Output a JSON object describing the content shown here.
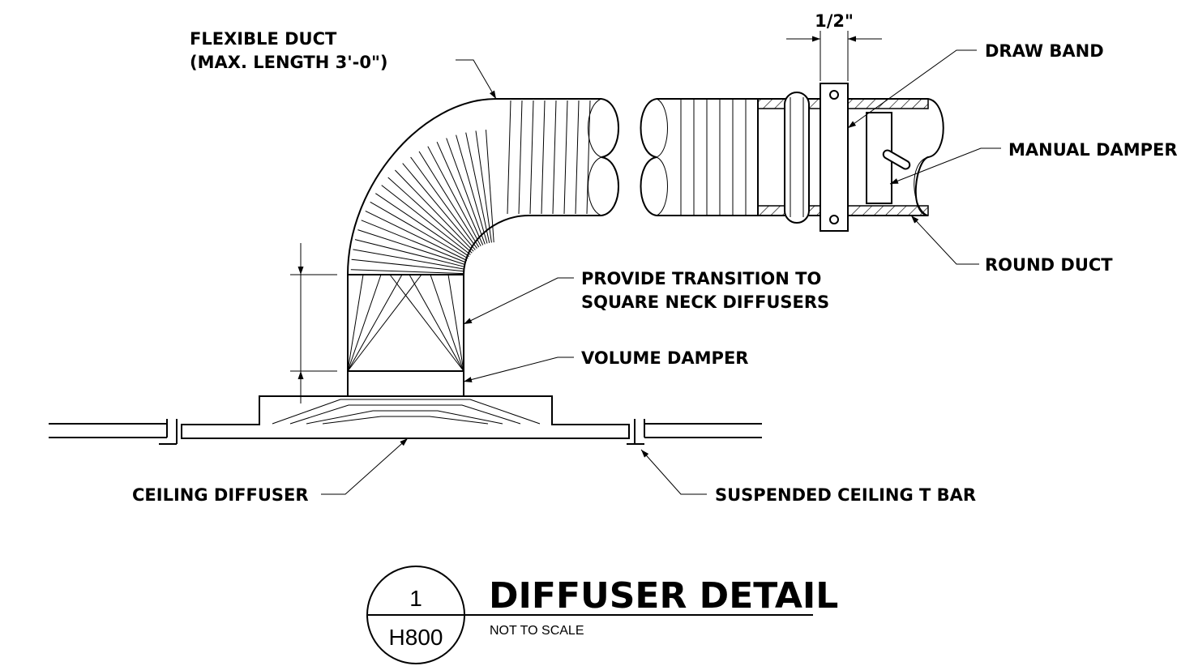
{
  "labels": {
    "flexible_duct_line1": "FLEXIBLE DUCT",
    "flexible_duct_line2": "(MAX. LENGTH 3'-0\")",
    "dimension": "1/2\"",
    "draw_band": "DRAW BAND",
    "manual_damper": "MANUAL DAMPER",
    "round_duct": "ROUND DUCT",
    "transition_line1": "PROVIDE TRANSITION TO",
    "transition_line2": "SQUARE NECK DIFFUSERS",
    "volume_damper": "VOLUME DAMPER",
    "ceiling_diffuser": "CEILING DIFFUSER",
    "t_bar": "SUSPENDED CEILING T BAR"
  },
  "title_block": {
    "detail_number": "1",
    "sheet": "H800",
    "title": "DIFFUSER DETAIL",
    "scale": "NOT TO SCALE"
  }
}
